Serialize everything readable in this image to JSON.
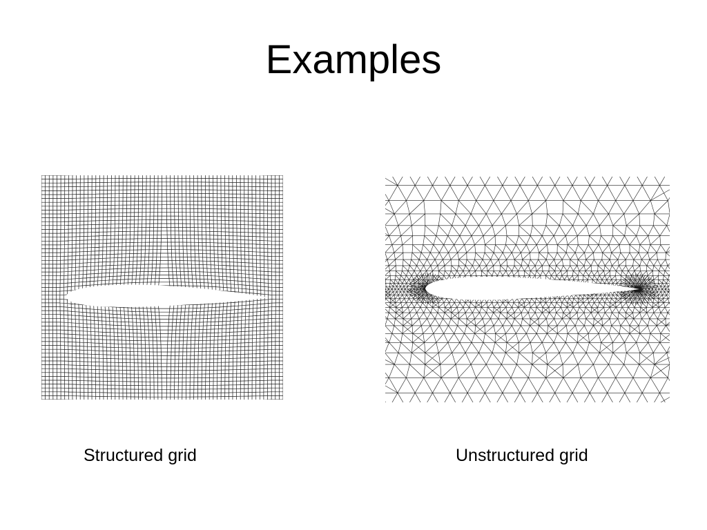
{
  "slide": {
    "title": "Examples"
  },
  "figures": [
    {
      "id": "structured",
      "caption": "Structured grid",
      "mesh_type": "structured-quadrilateral",
      "subject": "airfoil"
    },
    {
      "id": "unstructured",
      "caption": "Unstructured grid",
      "mesh_type": "unstructured-triangular",
      "subject": "airfoil"
    }
  ],
  "colors": {
    "background": "#ffffff",
    "mesh_line": "#1a1a1a",
    "text": "#000000"
  }
}
